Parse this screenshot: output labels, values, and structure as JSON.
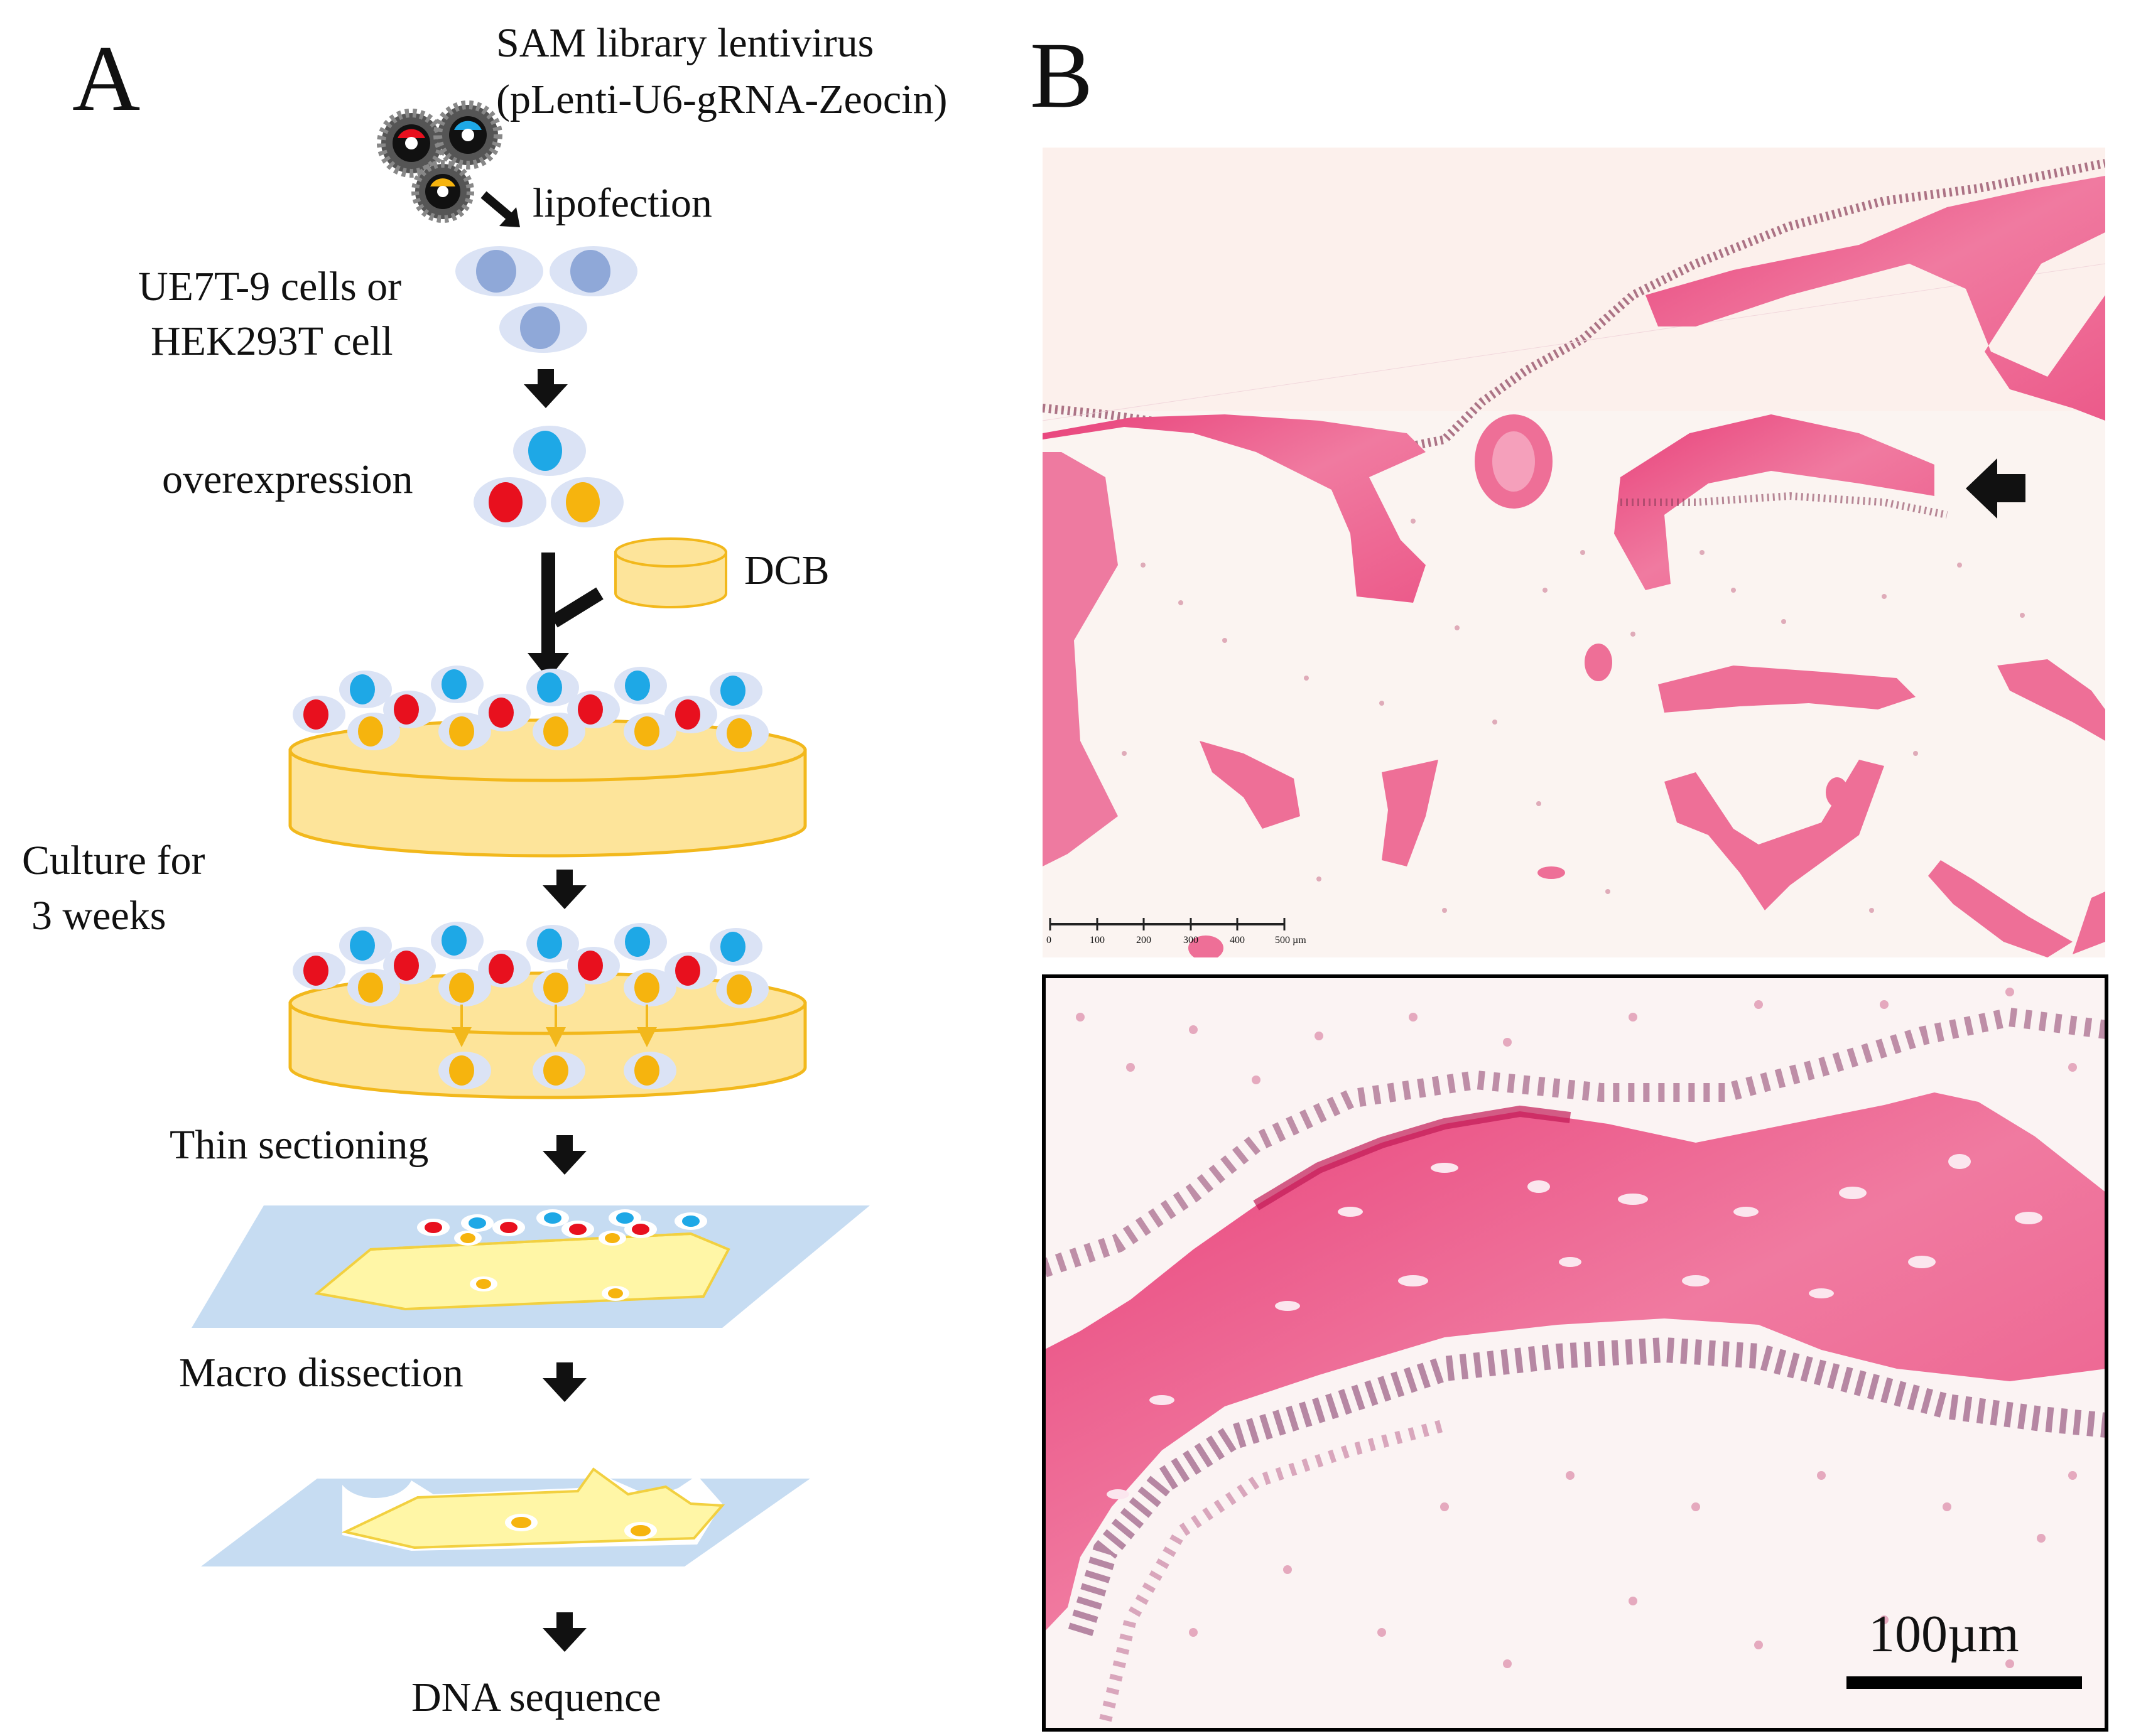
{
  "panel_a": {
    "label": "A",
    "virus_title": "SAM library lentivirus",
    "virus_subtitle": "(pLenti-U6-gRNA-Zeocin)",
    "lipofection": "lipofection",
    "cells_line1": "UE7T-9 cells or",
    "cells_line2": "HEK293T cell",
    "overexpression": "overexpression",
    "dcb": "DCB",
    "culture_line1": "Culture for",
    "culture_line2": "3 weeks",
    "thin_sectioning": "Thin sectioning",
    "macro_dissection": "Macro dissection",
    "dna_sequence": "DNA sequence"
  },
  "panel_b": {
    "label": "B",
    "scale_ticks": [
      "0",
      "100",
      "200",
      "300",
      "400",
      "500 µm"
    ],
    "scale_label": "100µm"
  },
  "colors": {
    "cell_red": "#e8101e",
    "cell_blue": "#1ea8e6",
    "cell_yellow": "#f6b40e",
    "cell_lightblue": "#8fa8d8",
    "scaffold_fill": "#fde49a",
    "scaffold_stroke": "#f2b81c",
    "slide": "#c6dcf2",
    "bone_pink": "#ee6f97",
    "tissue_bg": "#fbf3f1"
  }
}
